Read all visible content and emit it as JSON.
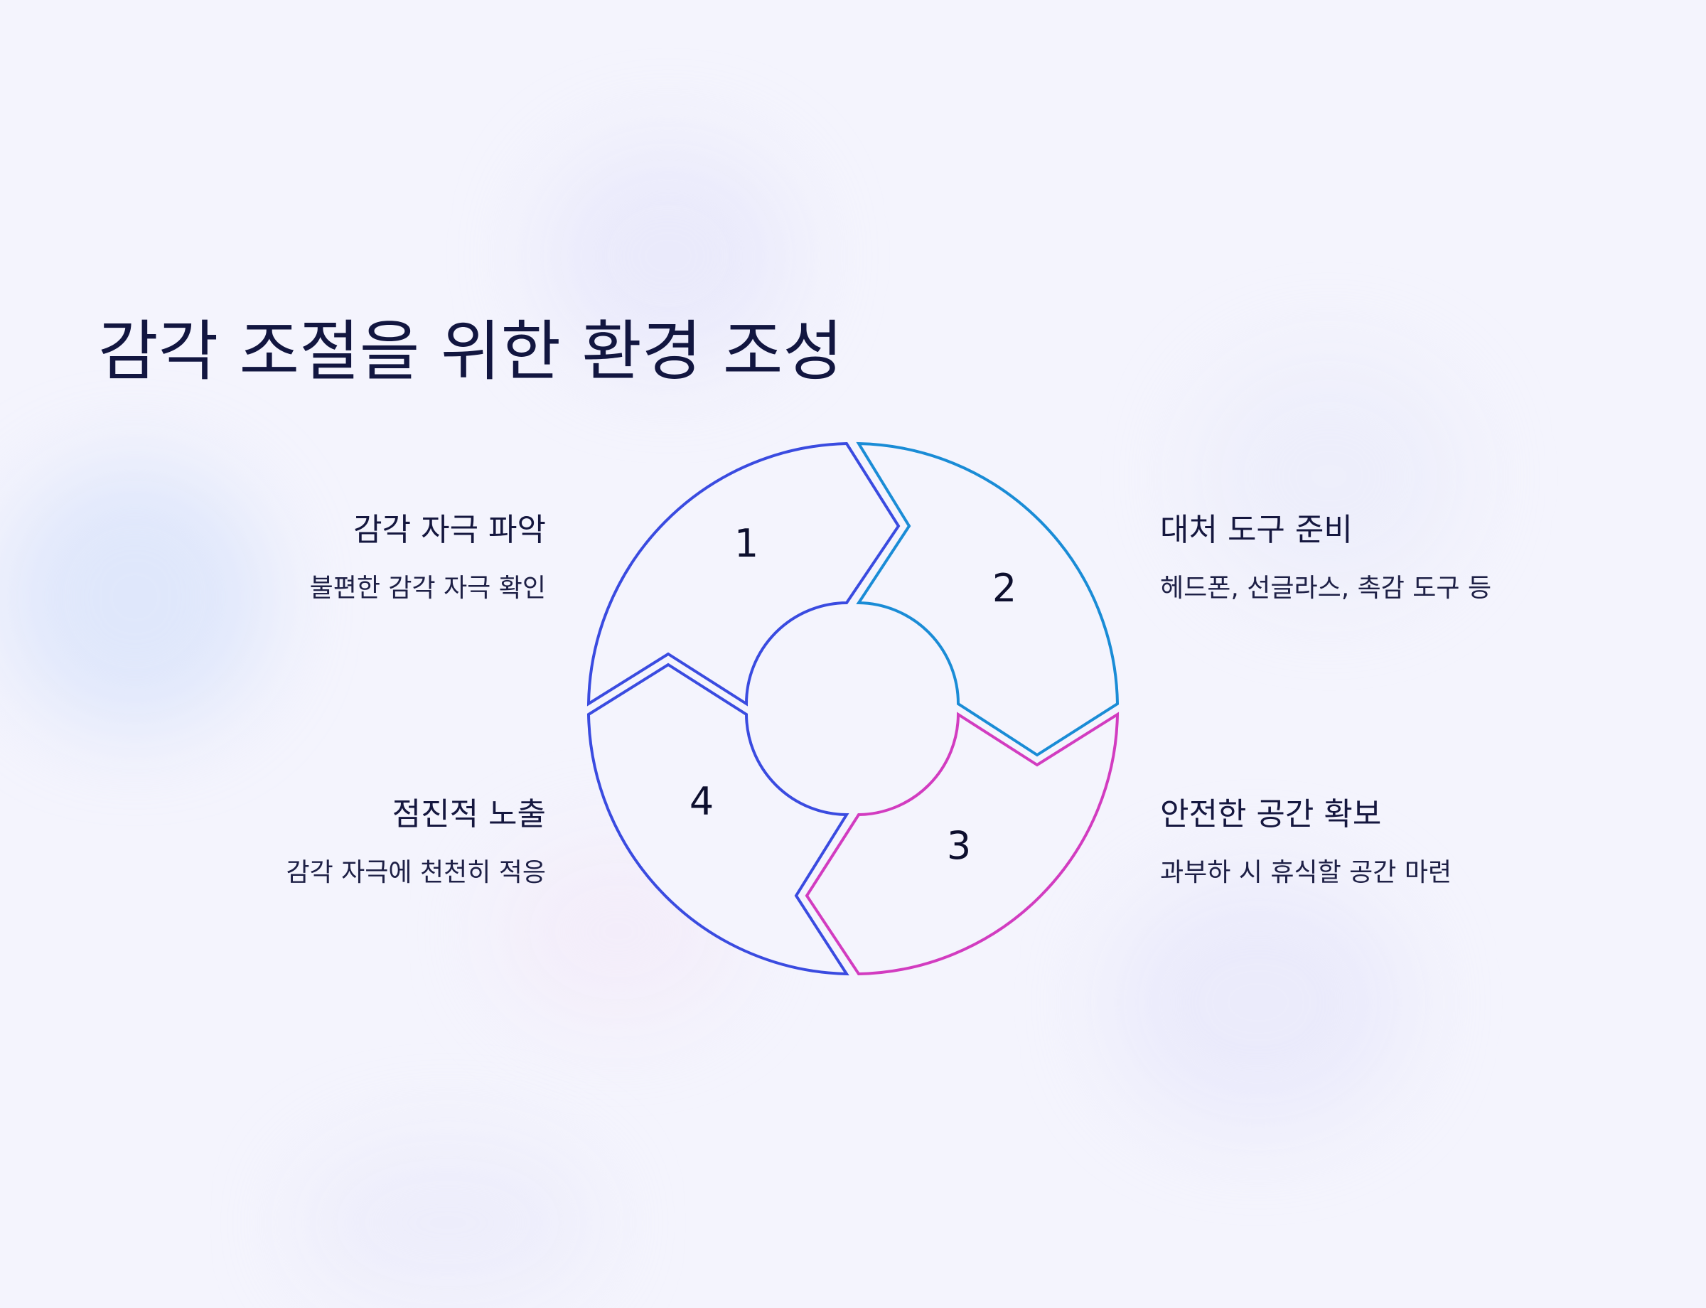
{
  "title": "감각 조절을 위한 환경 조성",
  "colors": {
    "background": "#f4f4fd",
    "title_text": "#121640",
    "blue": "#3a4be0",
    "cyan": "#1a8cd6",
    "magenta": "#d23cc0"
  },
  "steps": [
    {
      "number": "1",
      "title": "감각 자극 파악",
      "description": "불편한 감각 자극 확인",
      "color": "#3a4be0"
    },
    {
      "number": "2",
      "title": "대처 도구 준비",
      "description": "헤드폰, 선글라스, 촉감 도구 등",
      "color": "#1a8cd6"
    },
    {
      "number": "3",
      "title": "안전한 공간 확보",
      "description": "과부하 시 휴식할 공간 마련",
      "color": "#d23cc0"
    },
    {
      "number": "4",
      "title": "점진적 노출",
      "description": "감각 자극에 천천히 적응",
      "color": "#3a4be0"
    }
  ]
}
